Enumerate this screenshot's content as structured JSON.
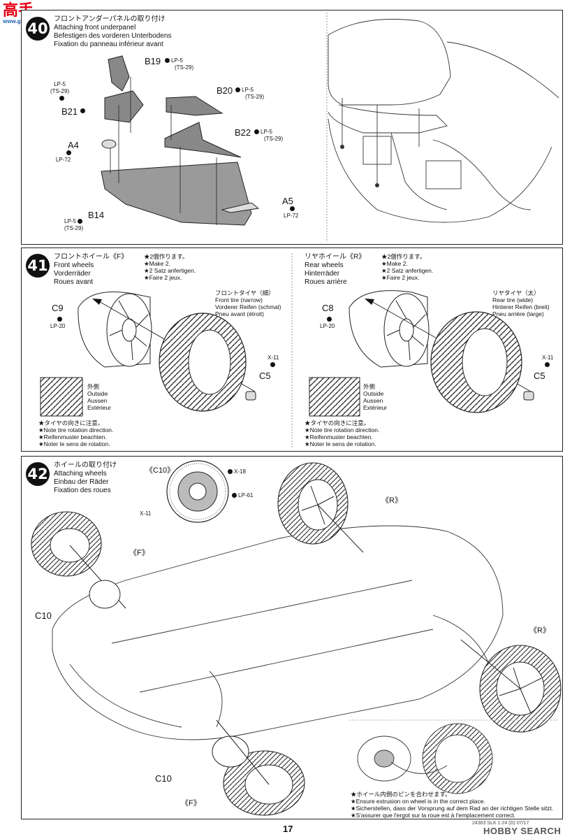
{
  "watermark": {
    "cn_brand": "高手",
    "site": "www.gaoshou.com",
    "logo": "HOBBY SEARCH",
    "code": "24363 SLK 1:24 (D) 07/17"
  },
  "page_number": "17",
  "steps": [
    {
      "number": "40",
      "titles": [
        "フロントアンダーパネルの取り付け",
        "Attaching front underpanel",
        "Befestigen des vorderen Unterbodens",
        "Fixation du panneau inférieur avant"
      ],
      "parts": {
        "b19": "B19",
        "b20": "B20",
        "b21": "B21",
        "b22": "B22",
        "a4": "A4",
        "a5": "A5",
        "b14": "B14"
      },
      "paints": {
        "lp5": "LP-5",
        "ts29": "(TS-29)",
        "lp72": "LP-72"
      }
    },
    {
      "number": "41",
      "titles": [
        "フロントホイール《F》",
        "Front wheels",
        "Vorderräder",
        "Roues avant"
      ],
      "make": [
        "★2個作ります。",
        "★Make 2.",
        "★2 Satz anfertigen.",
        "★Faire 2 jeux."
      ],
      "tire": [
        "フロントタイヤ（細）",
        "Front tire (narrow)",
        "Vorderer Reifen (schmal)",
        "Pneu avant (étroit)"
      ],
      "part_wheel": "C9",
      "paint_wheel": "LP-20",
      "part_cap": "C5",
      "cap_paint": "X-11",
      "outside": [
        "外側",
        "Outside",
        "Aussen",
        "Extérieur"
      ],
      "note": [
        "★タイヤの向きに注意。",
        "★Note tire rotation direction.",
        "★Reifenmuster beachten.",
        "★Noter le sens de rotation."
      ]
    },
    {
      "titles": [
        "リヤホイール《R》",
        "Rear wheels",
        "Hinterräder",
        "Roues arrière"
      ],
      "make": [
        "★2個作ります。",
        "★Make 2.",
        "★2 Satz anfertigen.",
        "★Faire 2 jeux."
      ],
      "tire": [
        "リヤタイヤ（太）",
        "Rear tire (wide)",
        "Hinterer Reifen (breit)",
        "Pneu arrière (large)"
      ],
      "part_wheel": "C8",
      "paint_wheel": "LP-20",
      "part_cap": "C5",
      "cap_paint": "X-11",
      "outside": [
        "外側",
        "Outside",
        "Aussen",
        "Extérieur"
      ],
      "note": [
        "★タイヤの向きに注意。",
        "★Note tire rotation direction.",
        "★Reifenmuster beachten.",
        "★Noter le sens de rotation."
      ]
    },
    {
      "number": "42",
      "titles": [
        "ホイールの取り付け",
        "Attaching wheels",
        "Einbau der Räder",
        "Fixation des roues"
      ],
      "disc_label": "《C10》",
      "disc_paints": [
        "X-18",
        "LP-61",
        "X-11"
      ],
      "c10": "C10",
      "f": "《F》",
      "r": "《R》",
      "note": [
        "★ホイール内側のピンを合わせます。",
        "★Ensure extrusion on wheel is in the correct place.",
        "★Sicherstellen, dass der Vorsprung auf dem Rad an der richtigen Stelle sitzt.",
        "★S'assurer que l'ergot sur la roue est à l'emplacement correct."
      ]
    }
  ]
}
